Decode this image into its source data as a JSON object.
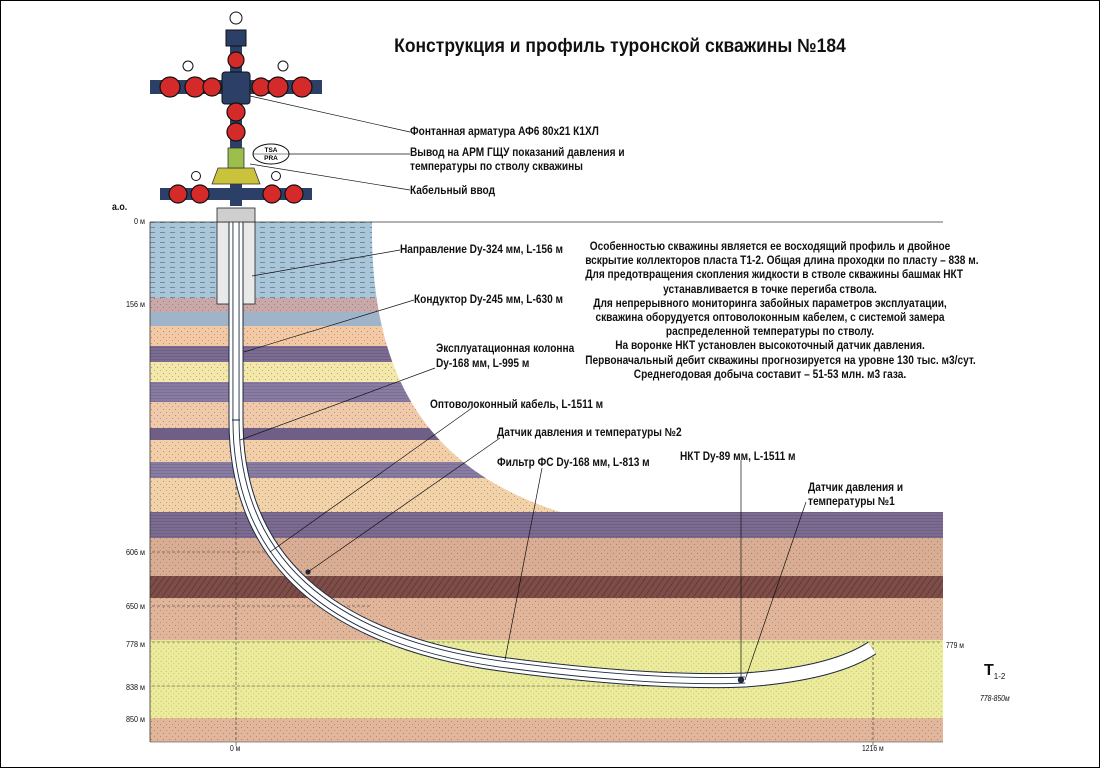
{
  "title": "Конструкция и профиль туронской скважины №184",
  "labels": {
    "ao": "а.о.",
    "wellhead": "Фонтанная арматура АФ6 80х21 К1ХЛ",
    "arm_line1": "Вывод на АРМ ГЩУ показаний давления и",
    "arm_line2": "температуры по стволу скважины",
    "cable_entry": "Кабельный ввод",
    "direction": "Направление Dy-324 мм,  L-156 м",
    "conductor": "Кондуктор Dy-245 мм, L-630 м",
    "prod_col_line1": "Эксплуатационная колонна",
    "prod_col_line2": "Dy-168 мм, L-995 м",
    "fiber_cable": "Оптоволоконный кабель, L-1511 м",
    "sensor2": "Датчик давления и температуры №2",
    "filter": "Фильтр ФС Dy-168 мм, L-813 м",
    "tubing": "НКТ Dy-89 мм, L-1511 м",
    "sensor1_line1": "Датчик давления и",
    "sensor1_line2": "температуры №1",
    "tsa": "TSA",
    "pra": "PRA"
  },
  "depths": {
    "d0": "0 м",
    "d156": "156 м",
    "d606": "606 м",
    "d650": "650 м",
    "d778": "778 м",
    "d838": "838 м",
    "d850": "850 м",
    "d779_right": "779 м"
  },
  "bottom_axis": {
    "x0": "0 м",
    "x1216": "1216 м"
  },
  "formation": {
    "name_main": "T",
    "name_sub": "1-2",
    "interval": "778-850м"
  },
  "description": [
    "Особенностью скважины является ее восходящий профиль и двойное",
    "вскрытие коллекторов пласта Т1-2. Общая длина проходки по пласту – 838 м.",
    "Для предотвращения скопления жидкости в стволе скважины башмак НКТ",
    "устанавливается в точке перегиба ствола.",
    "Для непрерывного мониторинга забойных параметров эксплуатации,",
    "скважина оборудуется оптоволоконным кабелем, с системой замера",
    "распределенной температуры по стволу.",
    "На воронке НКТ установлен высокоточный датчик давления.",
    "Первоначальный дебит скважины прогнозируется на уровне 130 тыс. м3/сут.",
    "Среднегодовая добыча составит – 51-53 млн. м3 газа."
  ],
  "colors": {
    "water": "#a9c6d8",
    "sand": "#f2cfa8",
    "shale": "#6f5f86",
    "clay": "#d9ad93",
    "brown": "#7e4d48",
    "reservoir": "#ecec9c",
    "valve_red": "#d42a2a",
    "steel": "#2c3f66"
  }
}
